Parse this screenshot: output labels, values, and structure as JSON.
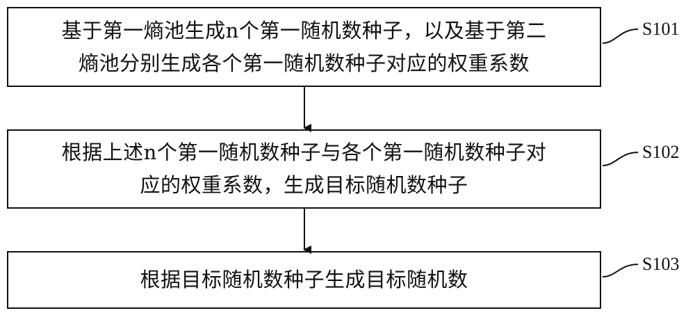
{
  "steps": [
    {
      "id": "S101",
      "text": "基于第一熵池生成n个第一随机数种子，以及基于第二\n熵池分别生成各个第一随机数种子对应的权重系数"
    },
    {
      "id": "S102",
      "text": "根据上述n个第一随机数种子与各个第一随机数种子对\n应的权重系数，生成目标随机数种子"
    },
    {
      "id": "S103",
      "text": "根据目标随机数种子生成目标随机数"
    }
  ]
}
